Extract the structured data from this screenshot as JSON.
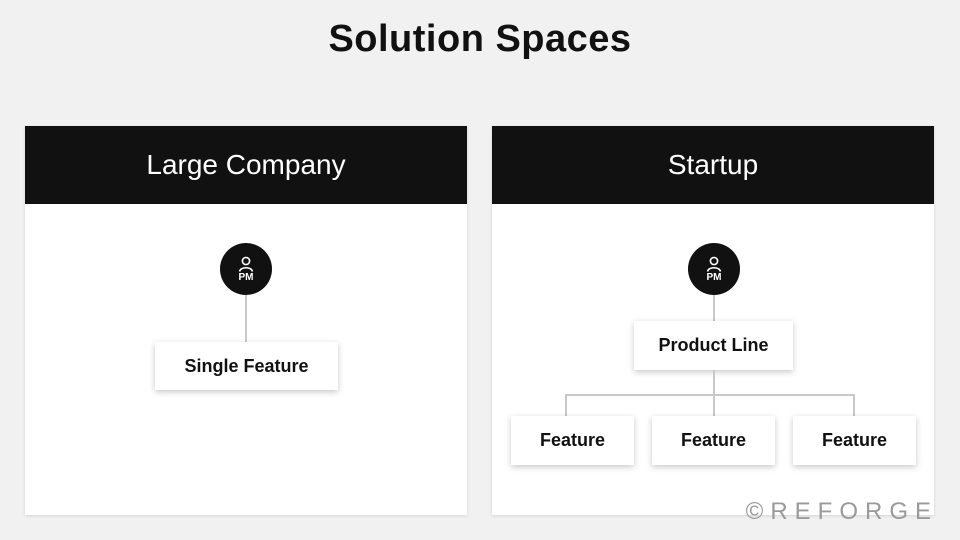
{
  "title": "Solution Spaces",
  "panels": [
    {
      "header": "Large Company",
      "pm_label": "PM",
      "boxes": [
        "Single Feature"
      ]
    },
    {
      "header": "Startup",
      "pm_label": "PM",
      "product_line": "Product Line",
      "features": [
        "Feature",
        "Feature",
        "Feature"
      ]
    }
  ],
  "copyright": "©REFORGE",
  "icons": [
    "user-icon"
  ],
  "colors": {
    "header": "#111111",
    "background": "#f1f1f1",
    "connector": "#c8c8c8"
  }
}
